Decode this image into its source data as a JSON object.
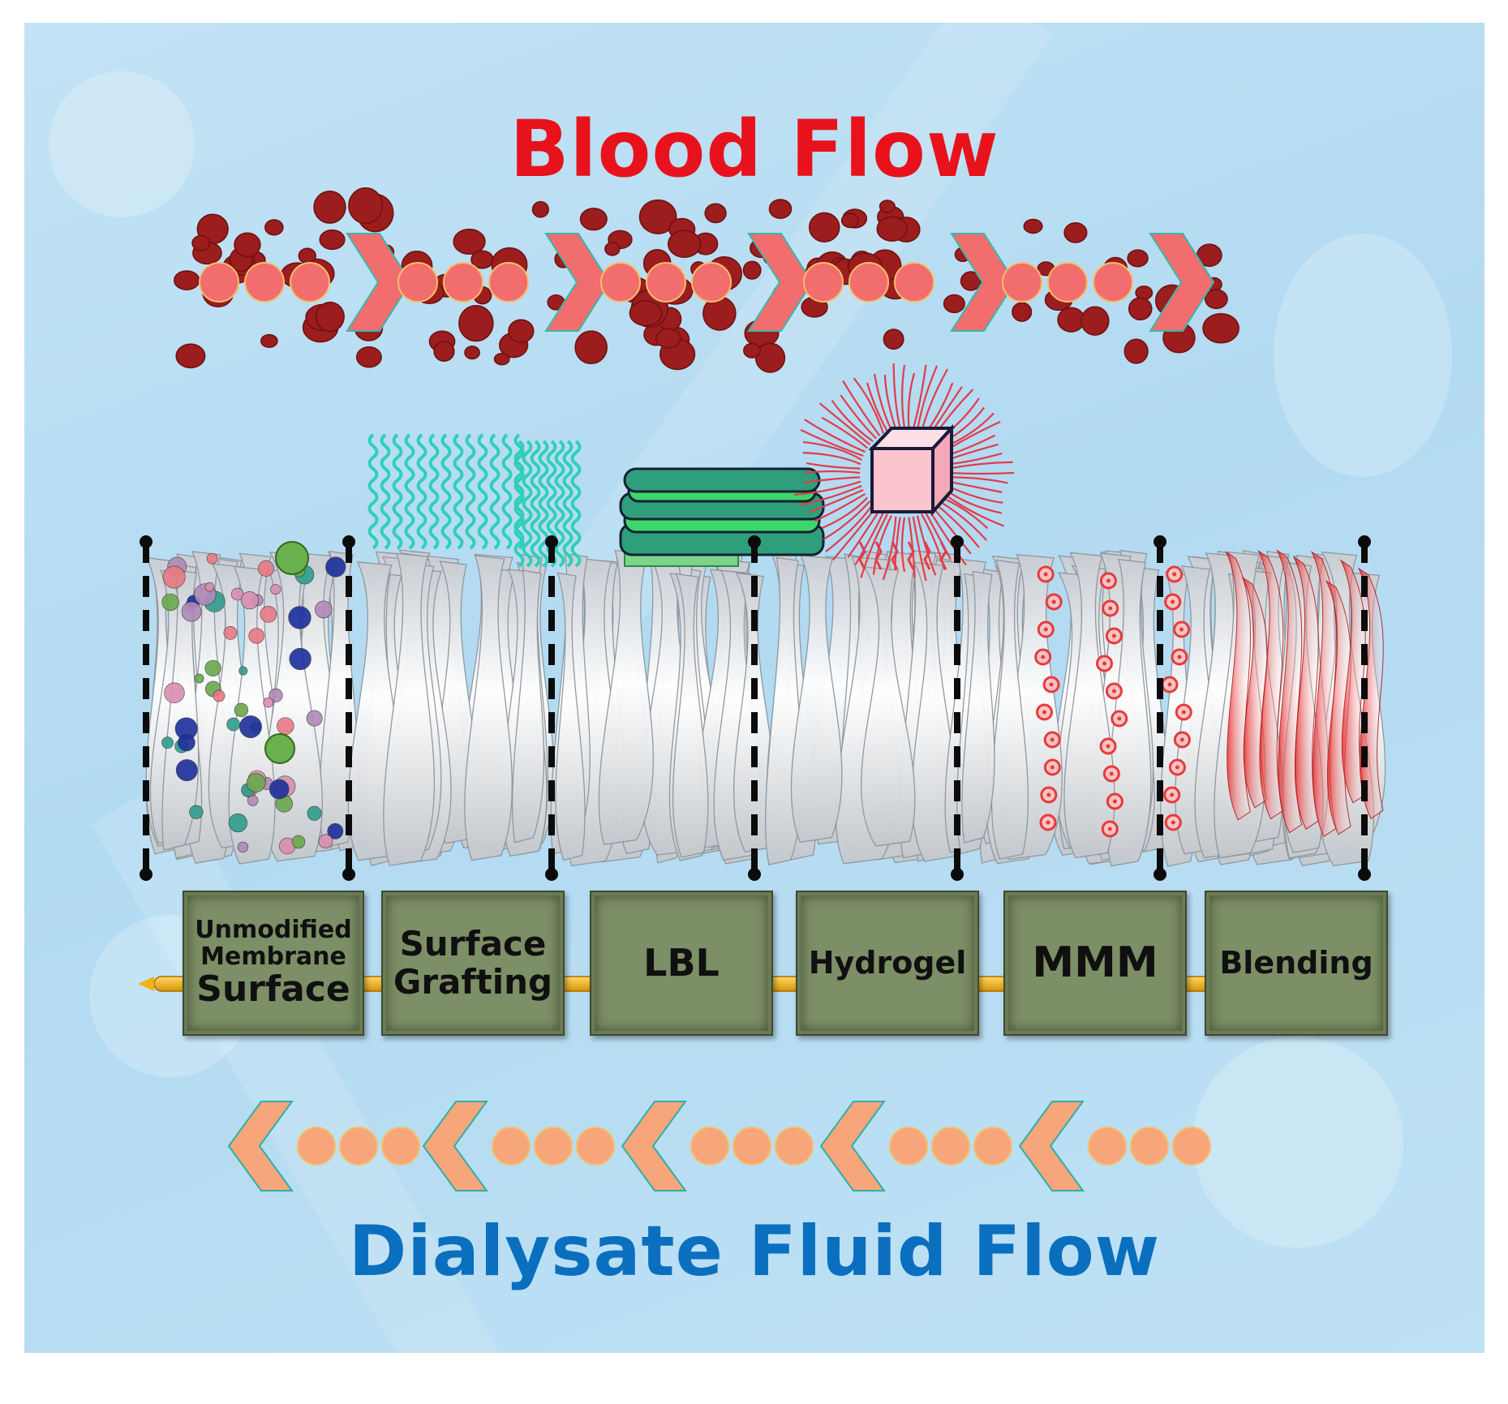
{
  "title_top": "Blood Flow",
  "title_bottom": "Dialysate Fluid Flow",
  "segments": [
    {
      "label_lines": [
        "Unmodified",
        "Membrane",
        "Surface"
      ]
    },
    {
      "label_lines": [
        "Surface",
        "Grafting"
      ]
    },
    {
      "label_lines": [
        "LBL"
      ]
    },
    {
      "label_lines": [
        "Hydrogel"
      ]
    },
    {
      "label_lines": [
        "MMM"
      ]
    },
    {
      "label_lines": [
        "Blending"
      ]
    }
  ],
  "colors": {
    "blood_title": "#e8121c",
    "dialysate_title": "#0a6fbe",
    "blood_cell": "#9b1d1d",
    "blood_arrow": "#f26d6d",
    "dialysate_arrow": "#f7a57a",
    "label_box": "#7d8f66",
    "rod": "#f2b21c",
    "graft_chains": "#2fcfb8",
    "lbl_layers": "#3dd66a",
    "hydrogel_chains": "#e23c4a",
    "mmm_particles": "#e53b3b",
    "blending_fill": "#e41b1b"
  },
  "icons": [
    "blood-cell-icon",
    "flow-chevron-icon",
    "polymer-chain-icon",
    "cube-icon",
    "dashed-divider-icon"
  ]
}
